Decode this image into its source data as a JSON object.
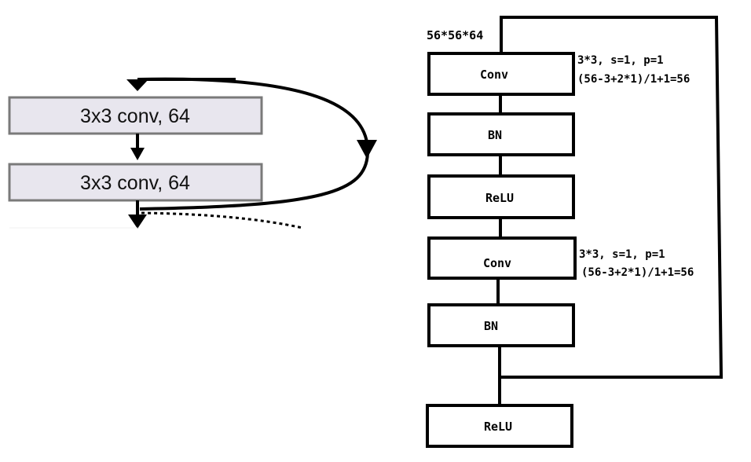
{
  "left_block": {
    "layer1_label": "3x3 conv, 64",
    "layer2_label": "3x3 conv, 64"
  },
  "right_block": {
    "input_shape": "56*56*64",
    "blocks": [
      "Conv",
      "BN",
      "ReLU",
      "Conv",
      "BN",
      "ReLU"
    ],
    "conv1_note_line1": "3*3, s=1, p=1",
    "conv1_note_line2": "(56-3+2*1)/1+1=56",
    "conv2_note_line1": "3*3, s=1, p=1",
    "conv2_note_line2": "(56-3+2*1)/1+1=56"
  },
  "colors": {
    "layer_fill": "#e8e6ee",
    "layer_border": "#7a7a7a",
    "line": "#000000"
  }
}
